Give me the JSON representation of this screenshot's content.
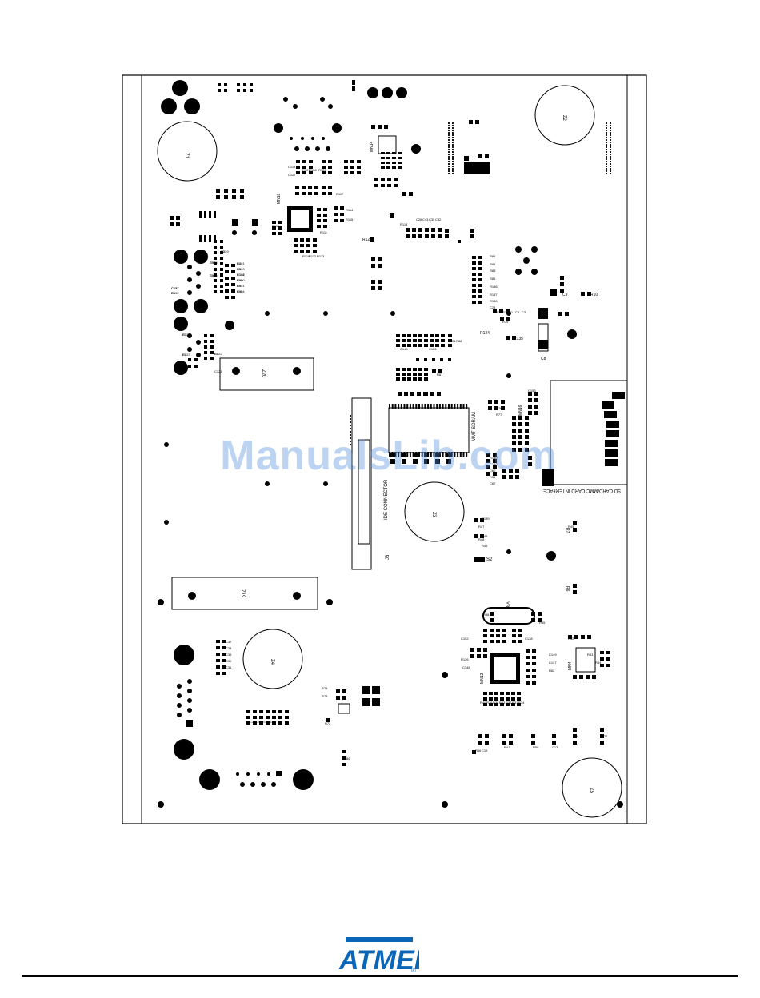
{
  "colors": {
    "ink": "#000000",
    "logo": "#0a66b8",
    "watermark": "#6a9fe0"
  },
  "watermark": "ManualsLib.com",
  "logo": {
    "text": "ATMEL",
    "registered": "®"
  },
  "silkscreen": {
    "z1": "Z1",
    "z2": "Z2",
    "z3": "Z3",
    "z4": "Z4",
    "z5": "Z5",
    "z19": "Z19",
    "z20": "Z20",
    "ide": "IDE CONNECTOR",
    "sdram": "MMT SDRAM",
    "sd": "SD CARD/MMC CARD INTERFACE",
    "j8": "J8",
    "y3": "Y3",
    "s2": "S2",
    "mn18": "MN18",
    "mn12": "MN12",
    "mn14": "MN14",
    "mn4": "MN4",
    "mn16": "MN16",
    "r7": "R7",
    "r6": "R6",
    "c8": "C8",
    "c9": "C9",
    "r10": "R10",
    "r120": "R120",
    "r134": "R134",
    "r135": "R135"
  },
  "labels": [
    "R101",
    "R100",
    "R102",
    "R99",
    "R97",
    "R98",
    "R96",
    "R95",
    "C131",
    "C132",
    "C129",
    "C128",
    "C123",
    "C122",
    "C121",
    "C119",
    "C127",
    "R107",
    "R108",
    "R109",
    "R110",
    "R112",
    "R113",
    "R111",
    "R114",
    "R115",
    "R116",
    "R117",
    "R118",
    "C145",
    "C126",
    "R121",
    "R88",
    "R87",
    "R86",
    "R84",
    "R83",
    "R85",
    "R136",
    "R137",
    "R138",
    "C23",
    "C28",
    "C43",
    "C35",
    "C32",
    "C37",
    "C33",
    "C39",
    "C30",
    "C31",
    "C34",
    "C41",
    "R76",
    "R74",
    "R75",
    "R73",
    "R72",
    "R80",
    "R79",
    "R78",
    "R77",
    "C153",
    "C152",
    "R126",
    "C148",
    "C138",
    "C149",
    "C147",
    "R62",
    "R55",
    "R58",
    "R56",
    "C19",
    "R41",
    "R50",
    "C13",
    "C18",
    "C22",
    "R51",
    "C67",
    "C60",
    "C140",
    "R130",
    "C139",
    "R49",
    "R47",
    "R48",
    "R46",
    "R45",
    "R44",
    "R43",
    "R42",
    "R40",
    "R39",
    "R38",
    "R33",
    "R32",
    "R31",
    "R34",
    "R35",
    "R36",
    "C1",
    "C2",
    "C3",
    "C4",
    "C5",
    "C144",
    "C150",
    "C151",
    "C154",
    "C155",
    "C156",
    "C157",
    "R1",
    "R2",
    "R3",
    "R4",
    "R5"
  ]
}
